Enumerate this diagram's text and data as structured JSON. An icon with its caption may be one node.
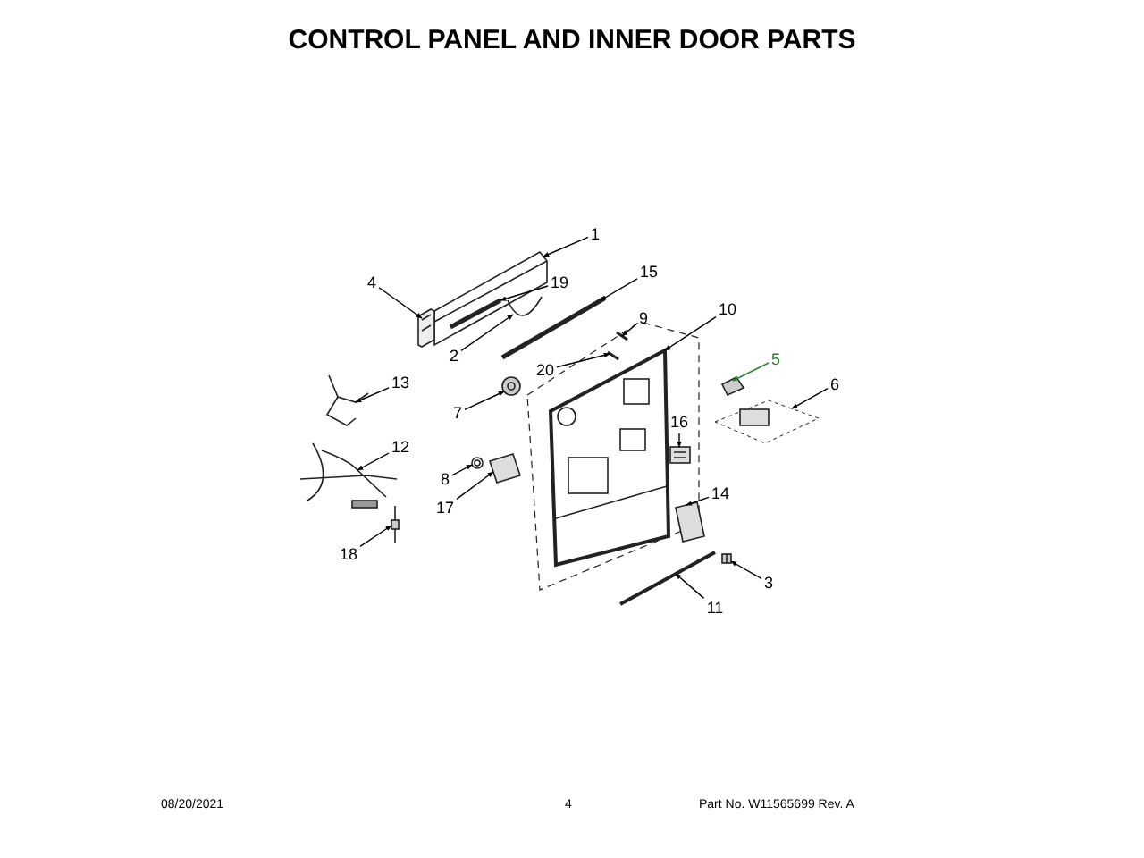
{
  "diagram": {
    "title": "CONTROL PANEL AND INNER DOOR PARTS",
    "nodes": [
      {
        "text": [
          "1"
        ]
      },
      {
        "text": [
          "4"
        ]
      },
      {
        "text": [
          "19"
        ]
      },
      {
        "text": [
          "15"
        ]
      },
      {
        "text": [
          "2"
        ]
      },
      {
        "text": [
          "9"
        ]
      },
      {
        "text": [
          "10"
        ]
      },
      {
        "text": [
          "20"
        ]
      },
      {
        "text": [
          "13"
        ]
      },
      {
        "text": [
          "7"
        ]
      },
      {
        "text": [
          "5"
        ]
      },
      {
        "text": [
          "6"
        ]
      },
      {
        "text": [
          "16"
        ]
      },
      {
        "text": [
          "12"
        ]
      },
      {
        "text": [
          "8"
        ]
      },
      {
        "text": [
          "17"
        ]
      },
      {
        "text": [
          "14"
        ]
      },
      {
        "text": [
          "18"
        ]
      },
      {
        "text": [
          "3"
        ]
      },
      {
        "text": [
          "11"
        ]
      },
      {
        "text": [],
        "shape": "picture"
      },
      {
        "text": [],
        "shape": "picture"
      },
      {
        "text": [],
        "shape": "picture",
        "in": 20
      },
      {
        "text": [],
        "shape": "picture"
      },
      {
        "text": [],
        "shape": "picture"
      },
      {
        "text": [],
        "shape": "picture"
      },
      {
        "text": [],
        "shape": "picture"
      },
      {
        "text": [],
        "shape": "picture"
      },
      {
        "text": [],
        "shape": "picture"
      },
      {
        "text": [],
        "shape": "picture"
      },
      {
        "text": [],
        "shape": "picture"
      },
      {
        "text": [],
        "shape": "picture"
      },
      {
        "text": [],
        "shape": "picture"
      },
      {
        "text": [],
        "shape": "picture"
      },
      {
        "text": [],
        "shape": "picture"
      },
      {
        "text": [],
        "shape": "picture"
      },
      {
        "text": [],
        "shape": "picture"
      },
      {
        "text": [],
        "shape": "picture"
      },
      {
        "text": [],
        "shape": "picture"
      },
      {
        "text": [],
        "shape": "picture"
      }
    ],
    "edges": [
      {
        "from": 0,
        "to": 20,
        "arrow": "to"
      },
      {
        "from": 1,
        "to": 21,
        "arrow": "to"
      },
      {
        "from": 2,
        "to": 22,
        "arrow": "to"
      },
      {
        "from": 3,
        "to": 23,
        "arrow": "to"
      },
      {
        "from": 4,
        "to": 24,
        "arrow": "to"
      },
      {
        "from": 5,
        "to": 25,
        "arrow": "to"
      },
      {
        "from": 6,
        "to": 26,
        "arrow": "to"
      },
      {
        "from": 7,
        "to": 27,
        "arrow": "to"
      },
      {
        "from": 8,
        "to": 28,
        "arrow": "to"
      },
      {
        "from": 9,
        "to": 29,
        "arrow": "to"
      },
      {
        "from": 10,
        "to": 30,
        "arrow": "to",
        "color": "#2e7d32"
      },
      {
        "from": 11,
        "to": 31,
        "arrow": "to"
      },
      {
        "from": 12,
        "to": 32,
        "arrow": "to"
      },
      {
        "from": 13,
        "to": 33,
        "arrow": "to"
      },
      {
        "from": 14,
        "to": 34,
        "arrow": "to"
      },
      {
        "from": 15,
        "to": 35,
        "arrow": "to"
      },
      {
        "from": 16,
        "to": 36,
        "arrow": "to"
      },
      {
        "from": 17,
        "to": 37,
        "arrow": "to"
      },
      {
        "from": 18,
        "to": 38,
        "arrow": "to"
      },
      {
        "from": 19,
        "to": 39,
        "arrow": "to"
      }
    ],
    "labels": [
      "08/20/2021",
      "4",
      "Part No. W11565699  Rev. A"
    ]
  }
}
